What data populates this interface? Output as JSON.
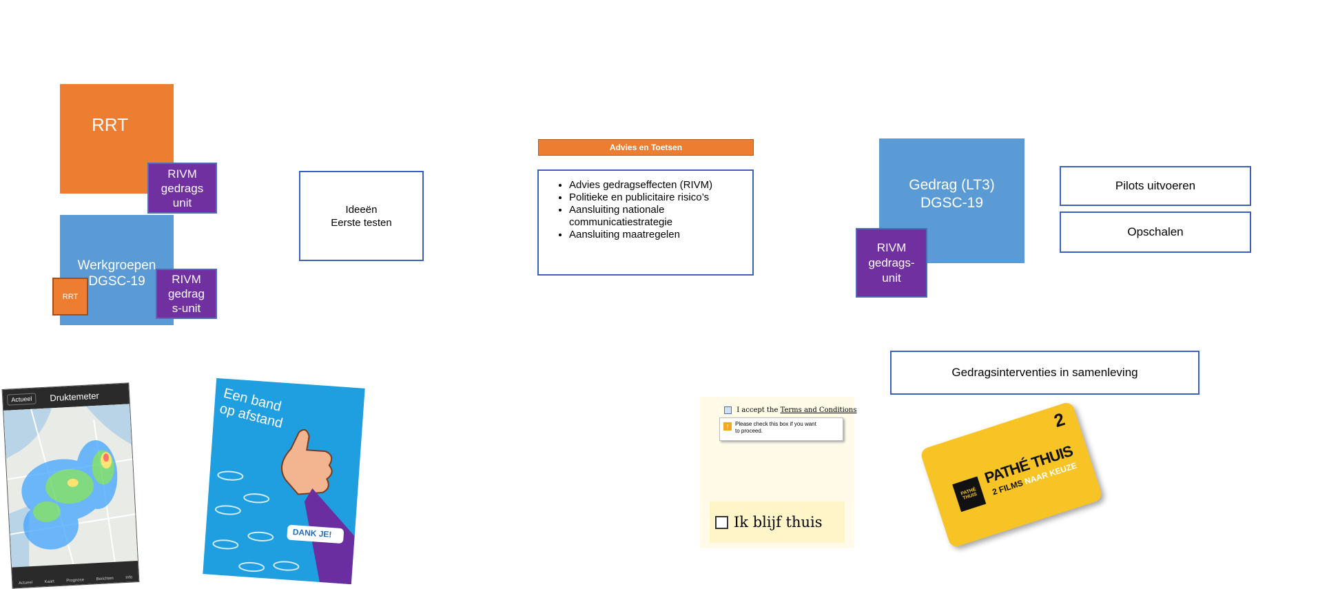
{
  "left_group": {
    "rrt": {
      "label": "RRT",
      "rivm": [
        "RIVM",
        "gedrags",
        "unit"
      ]
    },
    "werkgroepen": {
      "label": [
        "Werkgroepen",
        "DGSC-19"
      ],
      "rrt_small": "RRT",
      "rivm": [
        "RIVM",
        "gedrag",
        "s-unit"
      ]
    }
  },
  "ideas_box": {
    "line1": "Ideeën",
    "line2": "Eerste testen"
  },
  "advice": {
    "header": "Advies en Toetsen",
    "items": [
      "Advies gedragseffecten (RIVM)",
      "Politieke en publicitaire risico’s",
      "Aansluiting nationale communicatiestrategie",
      "Aansluiting maatregelen"
    ]
  },
  "gedrag": {
    "label": [
      "Gedrag (LT3)",
      "DGSC-19"
    ],
    "rivm": [
      "RIVM",
      "gedrags-",
      "unit"
    ]
  },
  "actions": {
    "pilots": "Pilots uitvoeren",
    "opschalen": "Opschalen"
  },
  "interventions": {
    "label": "Gedragsinterventies in samenleving"
  },
  "images": {
    "druktemeter": {
      "title": "Druktemeter",
      "back": "Actueel",
      "tabs": [
        "Actueel",
        "Kaart",
        "Prognose",
        "Berichten",
        "Info"
      ]
    },
    "band": {
      "title": [
        "Een band",
        "op afstand"
      ],
      "thanks": "DANK JE!"
    },
    "checkbox": {
      "accept": "I accept the",
      "terms": "Terms and Conditions",
      "warning": [
        "Please check this box if you want",
        "to proceed."
      ],
      "stay": "Ik blijf thuis"
    },
    "pathe": {
      "brand": "PATHÉ THUIS",
      "films": "2 FILMS",
      "sub": "NAAR KEUZE",
      "number": "2",
      "logo": [
        "PATHÉ",
        "THUIS"
      ]
    }
  },
  "colors": {
    "orange": "#ed7d31",
    "blue": "#5b9bd5",
    "purple": "#7030a0",
    "border": "#3b5fc0",
    "yellow": "#f7c325"
  }
}
